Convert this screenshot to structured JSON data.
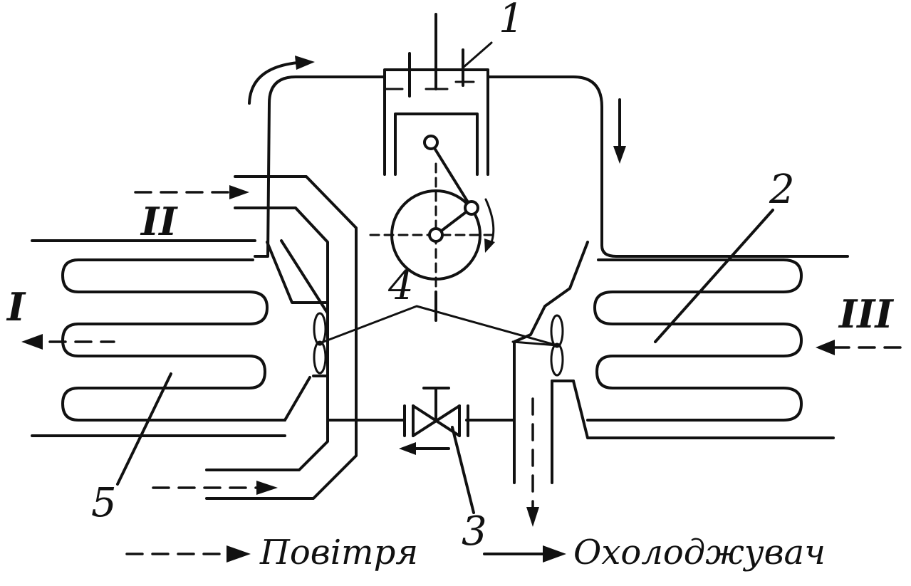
{
  "labels": {
    "n1": "1",
    "n2": "2",
    "n3": "3",
    "n4": "4",
    "n5": "5",
    "r1": "I",
    "r2": "II",
    "r3": "III"
  },
  "legend": {
    "air": "Повітря",
    "coolant": "Охолоджувач"
  }
}
